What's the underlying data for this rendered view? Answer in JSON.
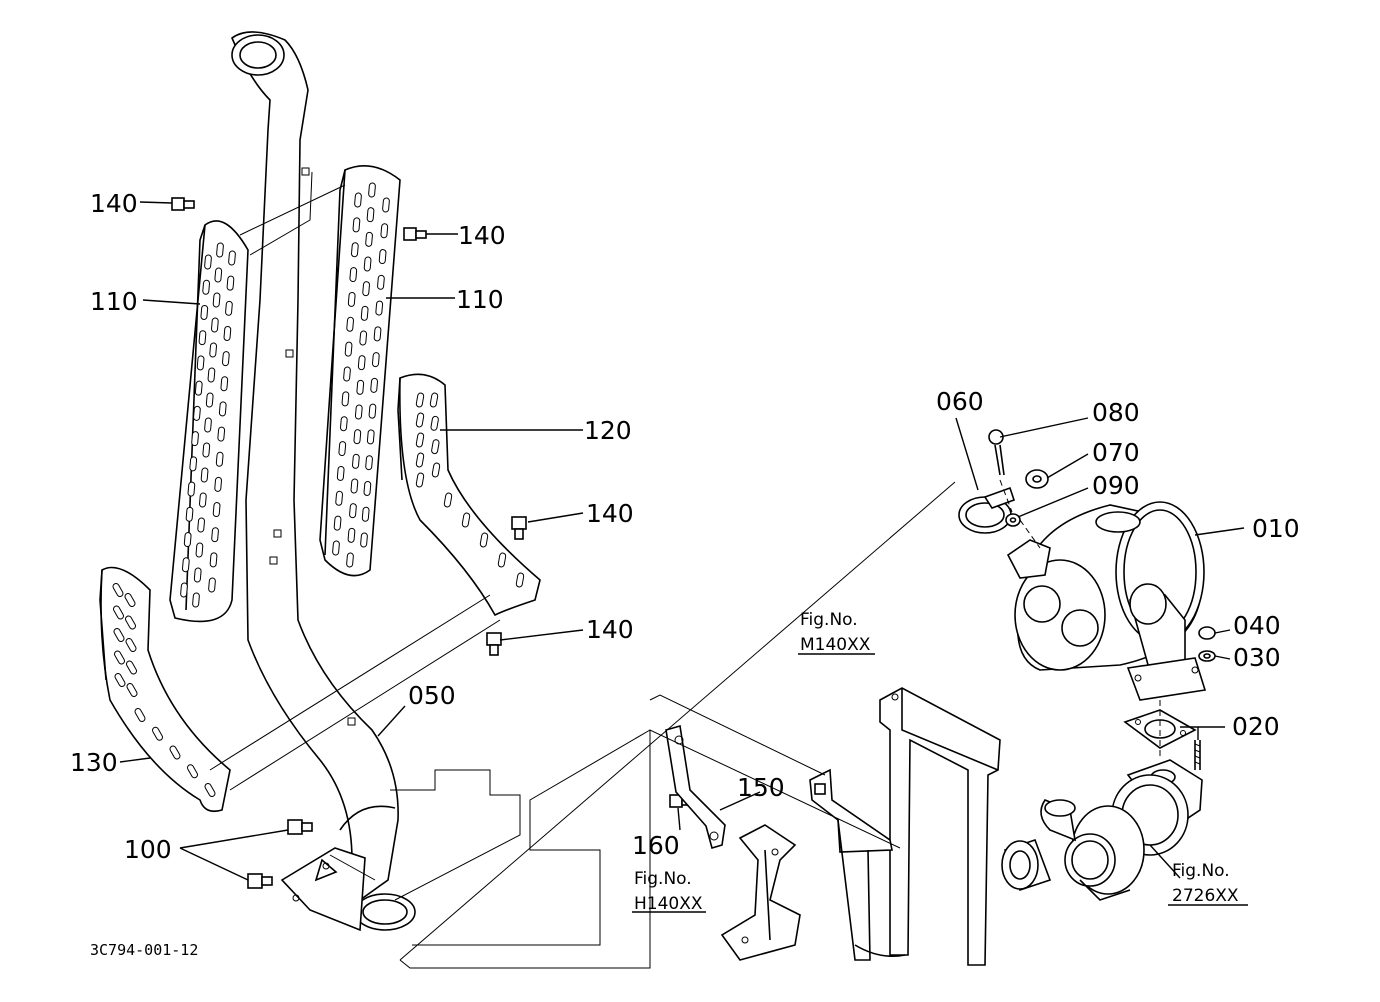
{
  "drawing_code": "3C794-001-12",
  "callouts": {
    "c010": "010",
    "c020": "020",
    "c030": "030",
    "c040": "040",
    "c050": "050",
    "c060": "060",
    "c070": "070",
    "c080": "080",
    "c090": "090",
    "c100": "100",
    "c110_left": "110",
    "c110_right": "110",
    "c120": "120",
    "c130": "130",
    "c140_top_left": "140",
    "c140_top_right": "140",
    "c140_mid": "140",
    "c140_low": "140",
    "c150": "150",
    "c160": "160"
  },
  "figure_refs": {
    "m_label": "Fig.No.",
    "m_code": "M140XX",
    "h_label": "Fig.No.",
    "h_code": "H140XX",
    "t_label": "Fig.No.",
    "t_code": "2726XX"
  }
}
